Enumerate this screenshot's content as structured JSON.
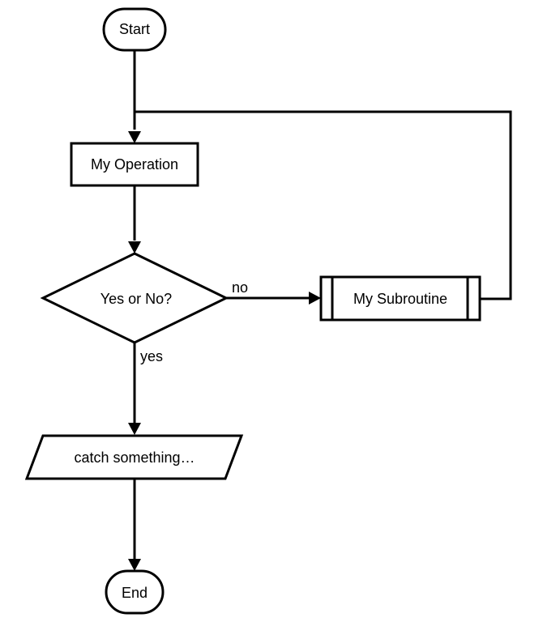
{
  "diagram": {
    "nodes": {
      "start": "Start",
      "operation": "My Operation",
      "decision": "Yes or No?",
      "subroutine": "My Subroutine",
      "io": "catch something…",
      "end": "End"
    },
    "edges": {
      "no_label": "no",
      "yes_label": "yes"
    }
  }
}
